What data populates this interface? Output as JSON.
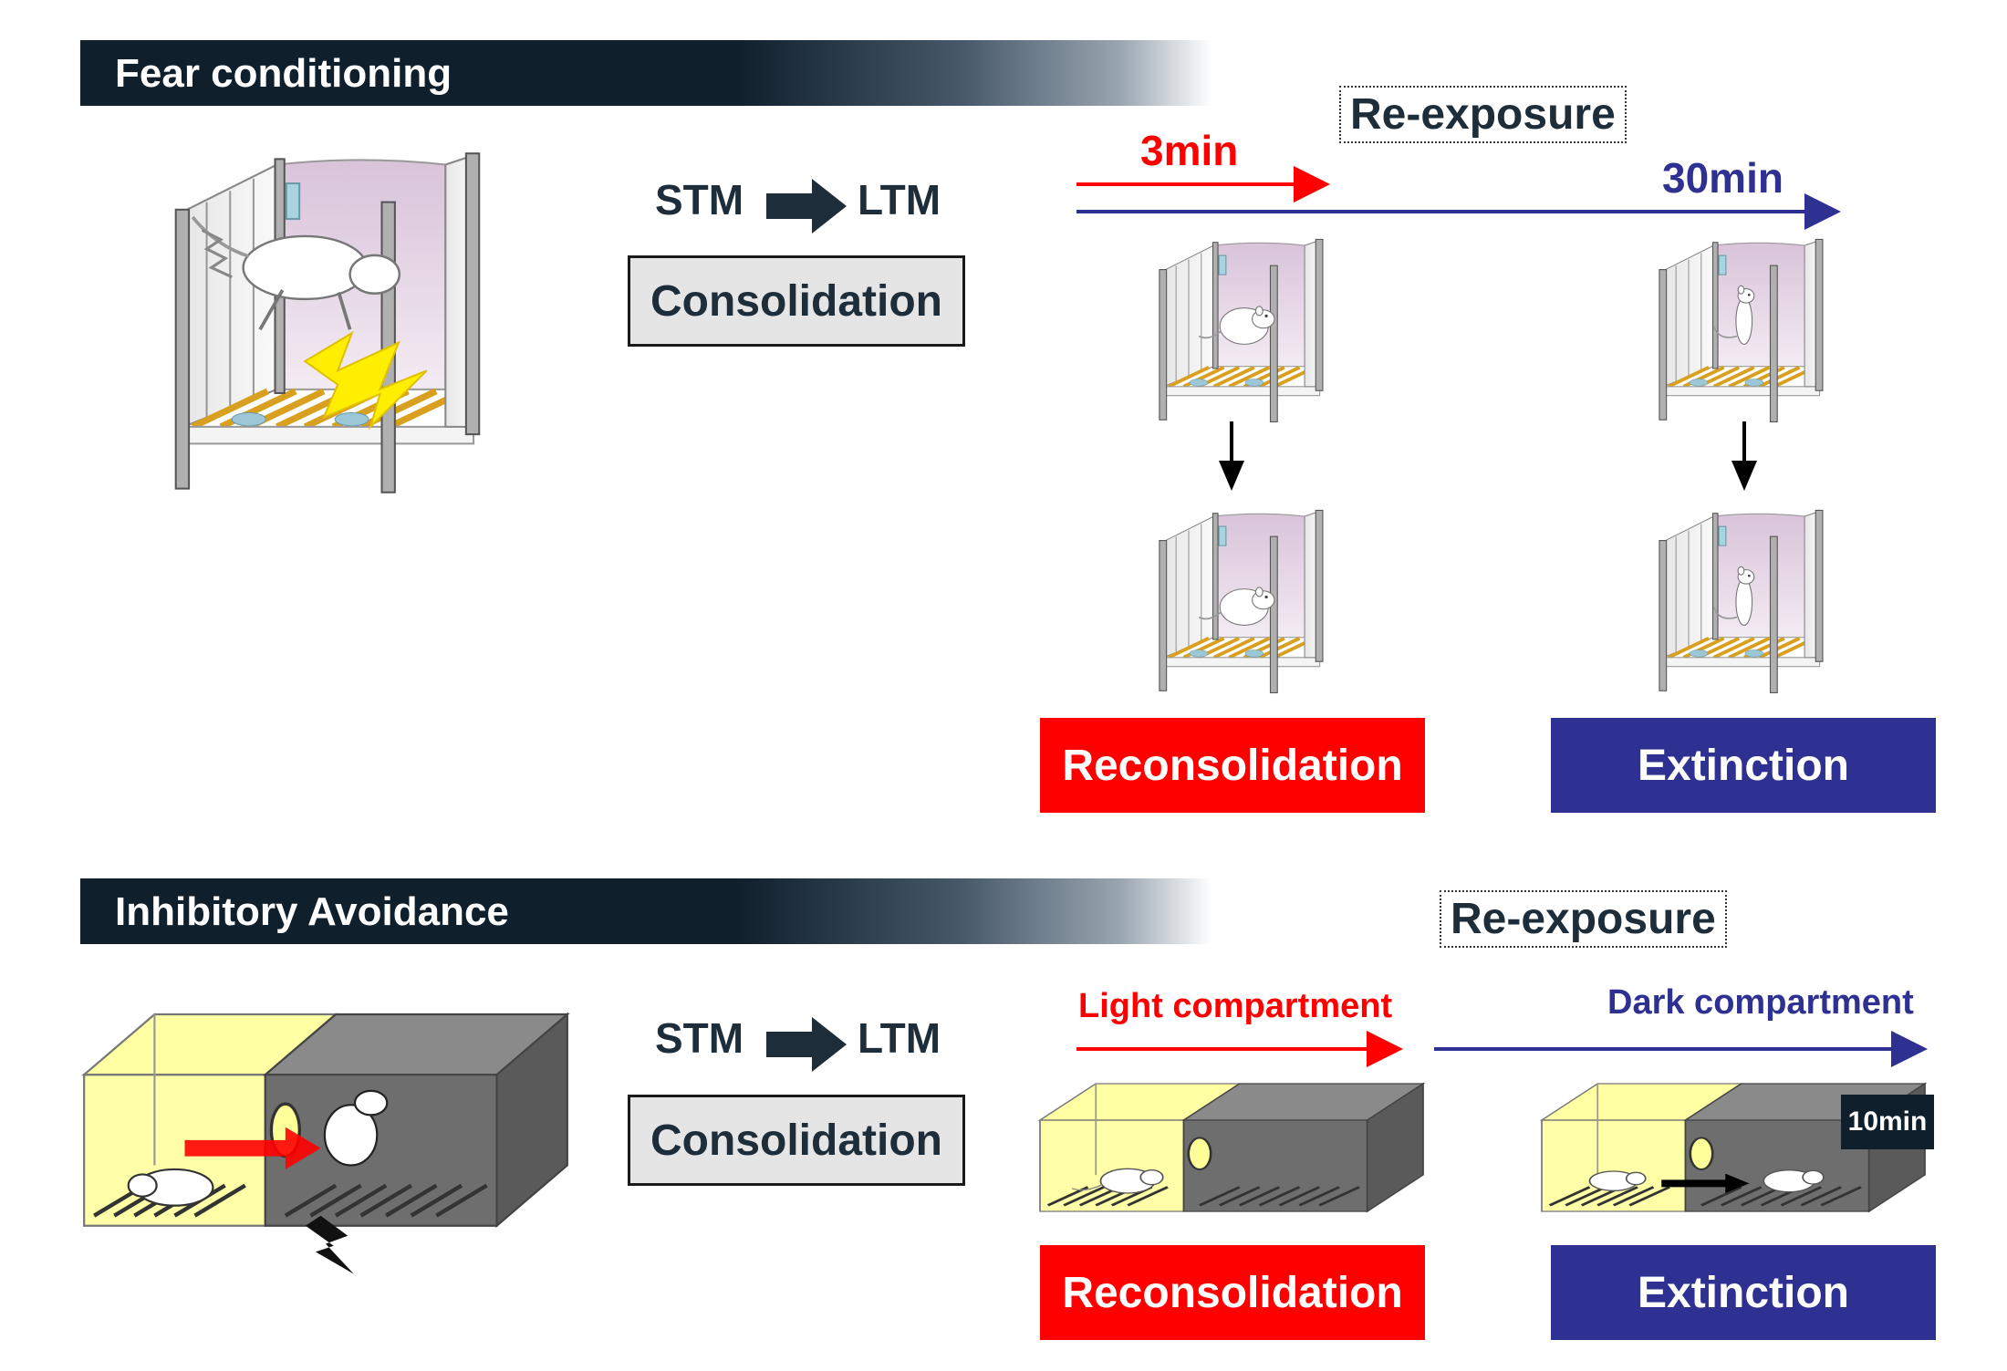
{
  "fear": {
    "title": "Fear conditioning",
    "stm": "STM",
    "ltm": "LTM",
    "consolidation": "Consolidation",
    "reexposure": "Re-exposure",
    "short_time": "3min",
    "long_time": "30min",
    "reconsolidation": "Reconsolidation",
    "extinction": "Extinction"
  },
  "avoidance": {
    "title": "Inhibitory Avoidance",
    "stm": "STM",
    "ltm": "LTM",
    "consolidation": "Consolidation",
    "reexposure": "Re-exposure",
    "light": "Light compartment",
    "dark": "Dark compartment",
    "timer": "10min",
    "reconsolidation": "Reconsolidation",
    "extinction": "Extinction"
  },
  "colors": {
    "red": "#ff0000",
    "blue": "#2e3192",
    "navy": "#0f1f2c",
    "light_compartment": "#ffff99",
    "dark_compartment": "#666666"
  }
}
